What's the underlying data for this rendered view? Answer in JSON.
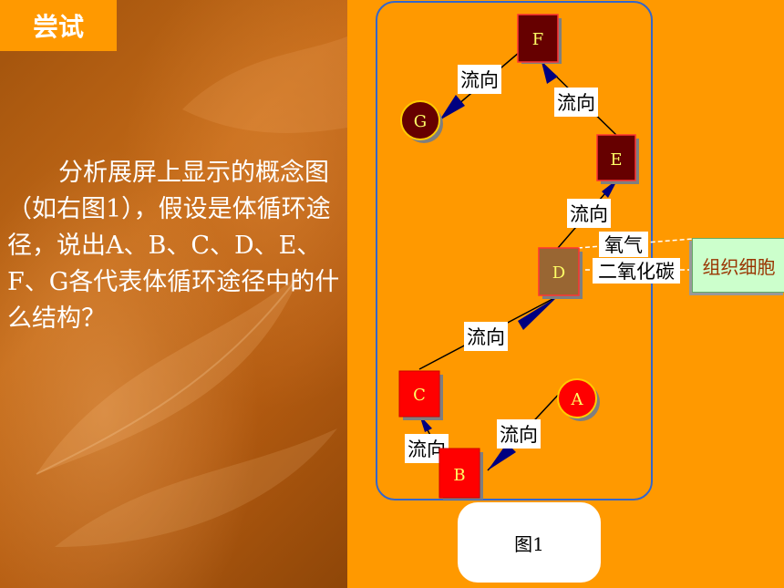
{
  "slide": {
    "title": "尝试",
    "question": "分析展屏上显示的概念图（如右图1），假设是体循环途径，说出A、B、C、D、E、F、G各代表体循环途径中的什么结构？"
  },
  "diagram": {
    "nodes": [
      {
        "id": "A",
        "label": "A",
        "shape": "circle",
        "fill": "#FF0000",
        "text_color": "#FFFF66"
      },
      {
        "id": "B",
        "label": "B",
        "shape": "square",
        "fill": "#FF0000",
        "text_color": "#FFFF66"
      },
      {
        "id": "C",
        "label": "C",
        "shape": "square",
        "fill": "#FF0000",
        "text_color": "#FFFF66"
      },
      {
        "id": "D",
        "label": "D",
        "shape": "square",
        "fill": "#996633",
        "text_color": "#FFFF66"
      },
      {
        "id": "E",
        "label": "E",
        "shape": "square",
        "fill": "#660000",
        "text_color": "#FFFF66"
      },
      {
        "id": "F",
        "label": "F",
        "shape": "square",
        "fill": "#660000",
        "text_color": "#FFFF66"
      },
      {
        "id": "G",
        "label": "G",
        "shape": "circle",
        "fill": "#660000",
        "text_color": "#FFFF66"
      }
    ],
    "edges": [
      {
        "from": "A",
        "to": "B",
        "label": "流向"
      },
      {
        "from": "B",
        "to": "C",
        "label": "流向"
      },
      {
        "from": "C",
        "to": "D",
        "label": "流向"
      },
      {
        "from": "D",
        "to": "E",
        "label": "流向"
      },
      {
        "from": "E",
        "to": "F",
        "label": "流向"
      },
      {
        "from": "F",
        "to": "G",
        "label": "流向"
      }
    ],
    "exchange": {
      "oxygen": "氧气",
      "carbon_dioxide": "二氧化碳",
      "target": "组织细胞"
    },
    "caption": "图1"
  },
  "colors": {
    "background": "#FF9900",
    "arrow": "#000080",
    "frame": "#3366CC"
  }
}
